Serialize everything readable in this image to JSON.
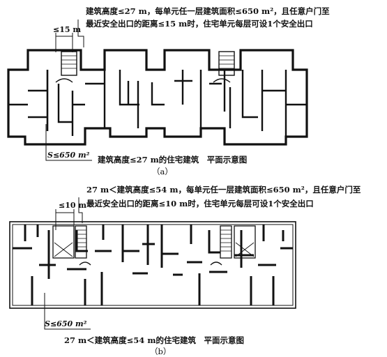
{
  "panel_a": {
    "note_line1": "建筑高度≤27 m，每单元任一层建筑面积≤650 m²，且任意户门至",
    "note_line2": "最近安全出口的距离≤15 m时，住宅单元每层可设1个安全出口",
    "distance_label": "≤15 m",
    "area_label": "S≤650 m²",
    "caption": "建筑高度≤27 m的住宅建筑　平面示意图",
    "sub_label": "（a）"
  },
  "panel_b": {
    "note_line1": "27 m＜建筑高度≤54 m，每单元任一层建筑面积≤650 m²，且任意户门至",
    "note_line2": "最近安全出口的距离≤10 m时，住宅单元每层可设1个安全出口",
    "distance_label": "≤10 m",
    "area_label": "S≤650 m²",
    "caption": "27 m＜建筑高度≤54 m的住宅建筑　平面示意图",
    "sub_label": "（b）"
  }
}
